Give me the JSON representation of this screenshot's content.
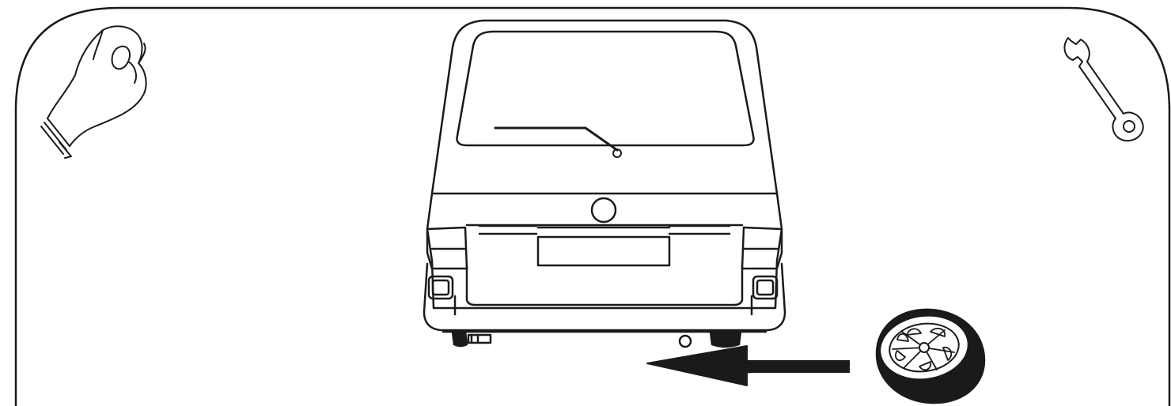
{
  "diagram": {
    "kind": "instruction-illustration",
    "colors": {
      "line": "#1a1a1a",
      "fill": "#ffffff",
      "arrow": "#1a1a1a"
    },
    "icons": [
      "hand-ok-gesture-icon",
      "wrench-icon",
      "spare-wheel-icon"
    ],
    "subject": "van rear view",
    "arrow_direction": "left"
  }
}
